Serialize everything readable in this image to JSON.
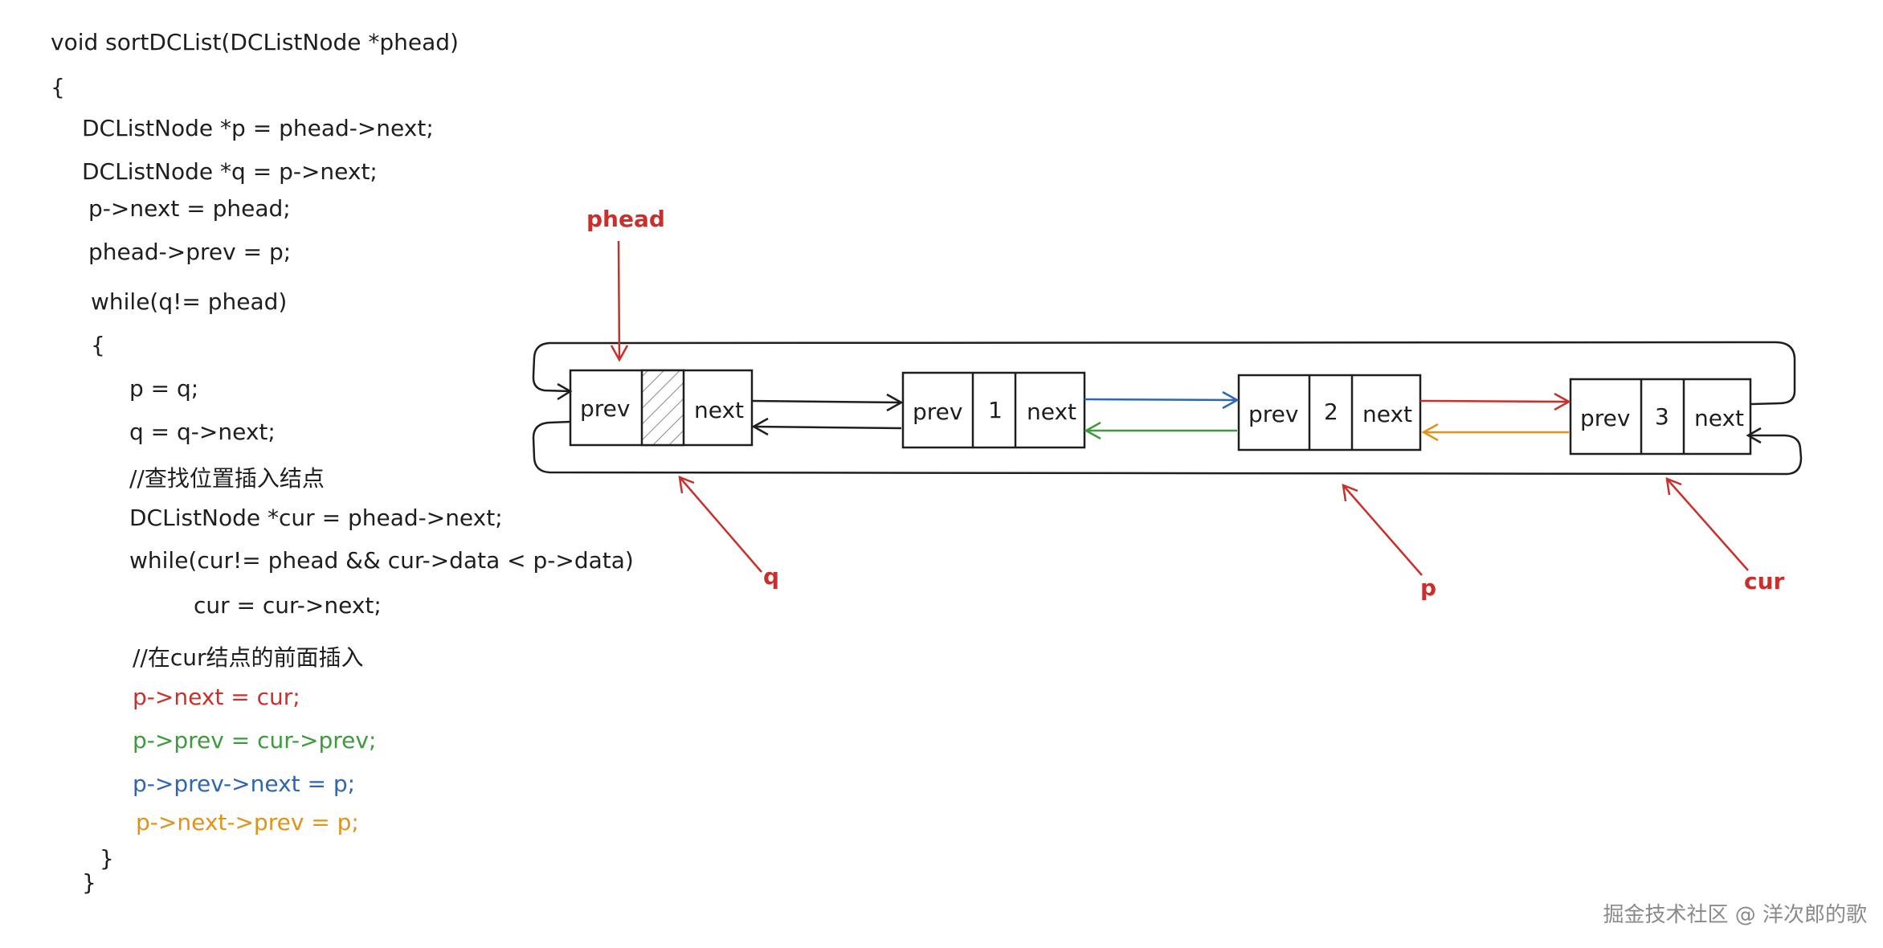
{
  "code": {
    "lines": [
      "void sortDCList(DCListNode *phead)",
      "{",
      "DCListNode *p = phead->next;",
      "DCListNode *q = p->next;",
      "p->next = phead;",
      "phead->prev = p;",
      "while(q!= phead)",
      "{",
      "p = q;",
      "q = q->next;",
      "//查找位置插入结点",
      "DCListNode *cur = phead->next;",
      "while(cur!= phead && cur->data < p->data)",
      "cur = cur->next;",
      "//在cur结点的前面插入",
      "p->next = cur;",
      "p->prev = cur->prev;",
      "p->prev->next = p;",
      "p->next->prev = p;",
      "}",
      "}"
    ]
  },
  "diagram": {
    "nodes": [
      {
        "prev": "prev",
        "data": "",
        "next": "next",
        "hatched": true
      },
      {
        "prev": "prev",
        "data": "1",
        "next": "next",
        "hatched": false
      },
      {
        "prev": "prev",
        "data": "2",
        "next": "next",
        "hatched": false
      },
      {
        "prev": "prev",
        "data": "3",
        "next": "next",
        "hatched": false
      }
    ],
    "pointers": {
      "phead": "phead",
      "q": "q",
      "p": "p",
      "cur": "cur"
    }
  },
  "colors": {
    "text": "#1e1e1e",
    "red": "#c9302c",
    "green": "#3e9a3c",
    "blue": "#2f65b3",
    "orange": "#e0921a"
  },
  "watermark": "掘金技术社区 @ 洋次郎的歌"
}
